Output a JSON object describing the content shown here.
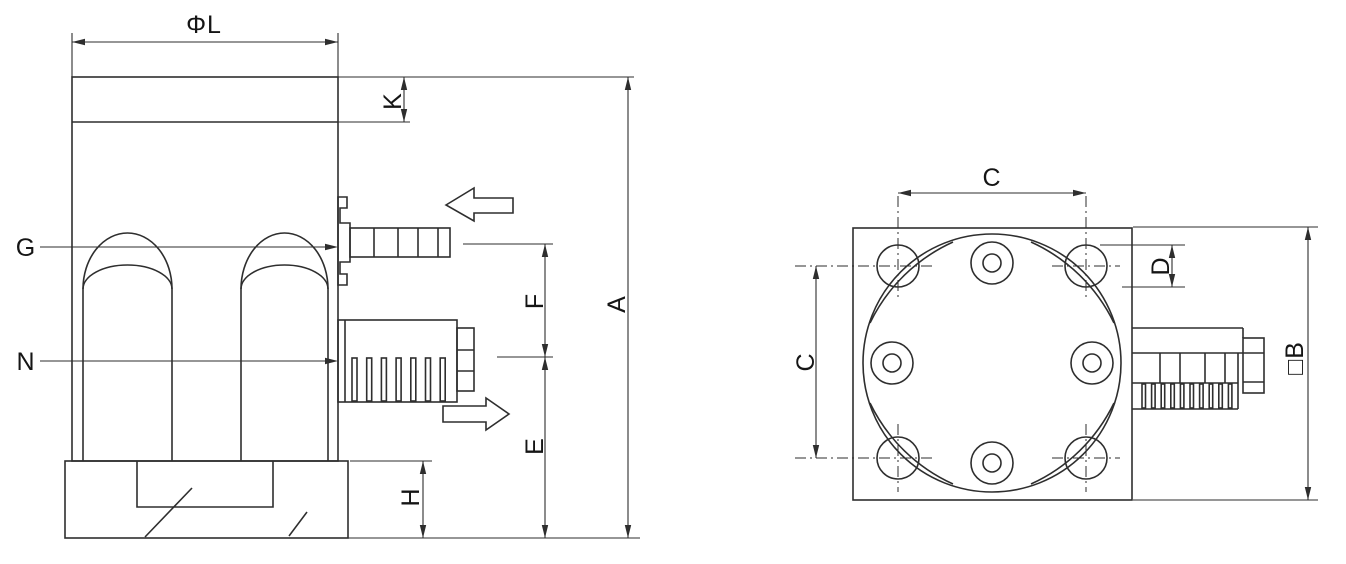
{
  "colors": {
    "background": "#ffffff",
    "line": "#2e2e2e",
    "text": "#151515"
  },
  "side_view": {
    "dim_diameter": "ΦL",
    "dim_cover_thickness": "K",
    "dim_overall_height": "A",
    "label_top_port": "G",
    "label_bottom_port": "N",
    "dim_port_spacing": "F",
    "dim_bottom_port_height": "E",
    "dim_base_height": "H"
  },
  "front_view": {
    "dim_bolt_spacing_horizontal": "C",
    "dim_bolt_spacing_vertical": "C",
    "dim_mount_hole_diameter": "D",
    "dim_square_flange_size": "□B"
  }
}
